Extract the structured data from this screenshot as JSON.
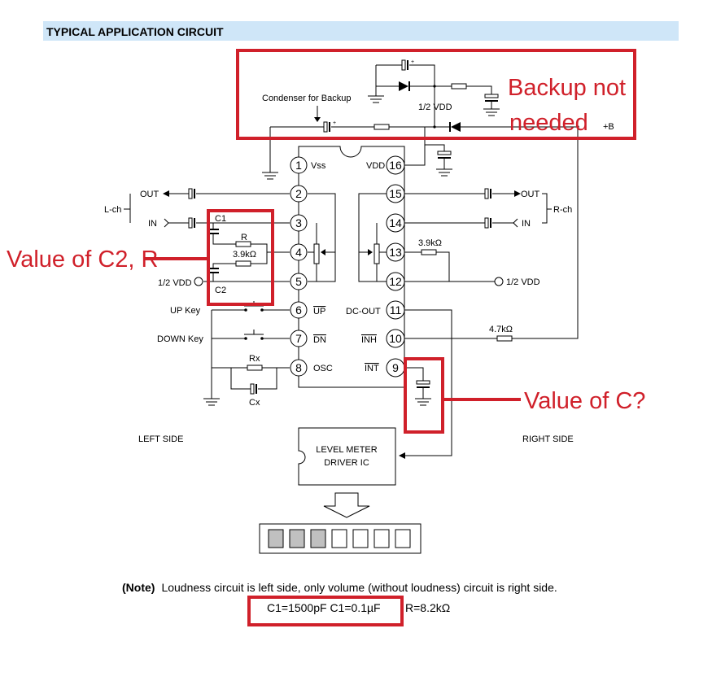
{
  "header": {
    "title": "TYPICAL APPLICATION CIRCUIT"
  },
  "labels": {
    "condenser_backup": "Condenser for Backup",
    "half_vdd_top": "1/2 VDD",
    "plus_b": "+B",
    "vss": "Vss",
    "vdd": "VDD",
    "l_ch": "L-ch",
    "r_ch": "R-ch",
    "out": "OUT",
    "in": "IN",
    "c1": "C1",
    "c2": "C2",
    "r": "R",
    "r39": "3.9kΩ",
    "r47": "4.7kΩ",
    "half_vdd": "1/2 VDD",
    "up_key": "UP Key",
    "down_key": "DOWN Key",
    "up": "UP",
    "dn": "DN",
    "rx": "Rx",
    "cx": "Cx",
    "osc": "OSC",
    "dc_out": "DC-OUT",
    "inh": "INH",
    "int": "INT",
    "left_side": "LEFT SIDE",
    "right_side": "RIGHT SIDE",
    "level_meter_1": "LEVEL METER",
    "level_meter_2": "DRIVER IC"
  },
  "pins_left": [
    "1",
    "2",
    "3",
    "4",
    "5",
    "6",
    "7",
    "8"
  ],
  "pins_right": [
    "16",
    "15",
    "14",
    "13",
    "12",
    "11",
    "10",
    "9"
  ],
  "note": {
    "prefix": "(Note)",
    "text": "Loudness circuit is left side, only volume (without loudness) circuit is right side.",
    "values_boxed": "C1=1500pF   C1=0.1µF",
    "values_rest": "R=8.2kΩ"
  },
  "annotations": {
    "backup": [
      "Backup not",
      "needed"
    ],
    "c2_r": "Value of C2, R",
    "c": "Value of C?"
  },
  "level_meter_segments": {
    "lit": 3,
    "total": 7
  },
  "colors": {
    "header_bg": "#cfe6f8",
    "annotation": "#d0202a",
    "segment_lit": "#c0c0c0"
  }
}
